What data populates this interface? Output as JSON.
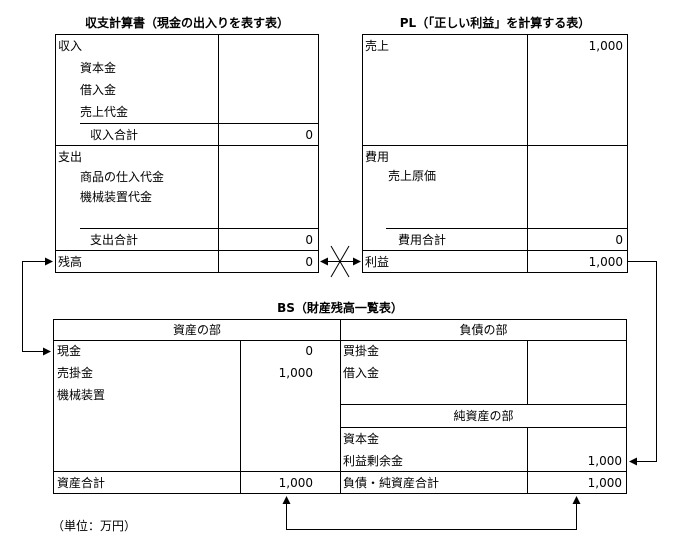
{
  "cf": {
    "title": "収支計算書（現金の出入りを表す表）",
    "income_header": "収入",
    "income_items": [
      "資本金",
      "借入金",
      "売上代金"
    ],
    "income_total_label": "収入合計",
    "income_total_value": "0",
    "expense_header": "支出",
    "expense_items": [
      "商品の仕入代金",
      "機械装置代金"
    ],
    "expense_total_label": "支出合計",
    "expense_total_value": "0",
    "balance_label": "残高",
    "balance_value": "0"
  },
  "pl": {
    "title": "PL（「正しい利益」を計算する表）",
    "sales_label": "売上",
    "sales_value": "1,000",
    "cost_header": "費用",
    "cost_items": [
      "売上原価"
    ],
    "cost_total_label": "費用合計",
    "cost_total_value": "0",
    "profit_label": "利益",
    "profit_value": "1,000"
  },
  "bs": {
    "title": "BS（財産残高一覧表）",
    "assets_header": "資産の部",
    "assets": [
      {
        "label": "現金",
        "value": "0"
      },
      {
        "label": "売掛金",
        "value": "1,000"
      },
      {
        "label": "機械装置",
        "value": ""
      }
    ],
    "assets_total_label": "資産合計",
    "assets_total_value": "1,000",
    "liab_header": "負債の部",
    "liabilities": [
      {
        "label": "買掛金",
        "value": ""
      },
      {
        "label": "借入金",
        "value": ""
      }
    ],
    "equity_header": "純資産の部",
    "equity": [
      {
        "label": "資本金",
        "value": ""
      },
      {
        "label": "利益剰余金",
        "value": "1,000"
      }
    ],
    "le_total_label": "負債・純資産合計",
    "le_total_value": "1,000"
  },
  "unit_note": "（単位：万円）"
}
